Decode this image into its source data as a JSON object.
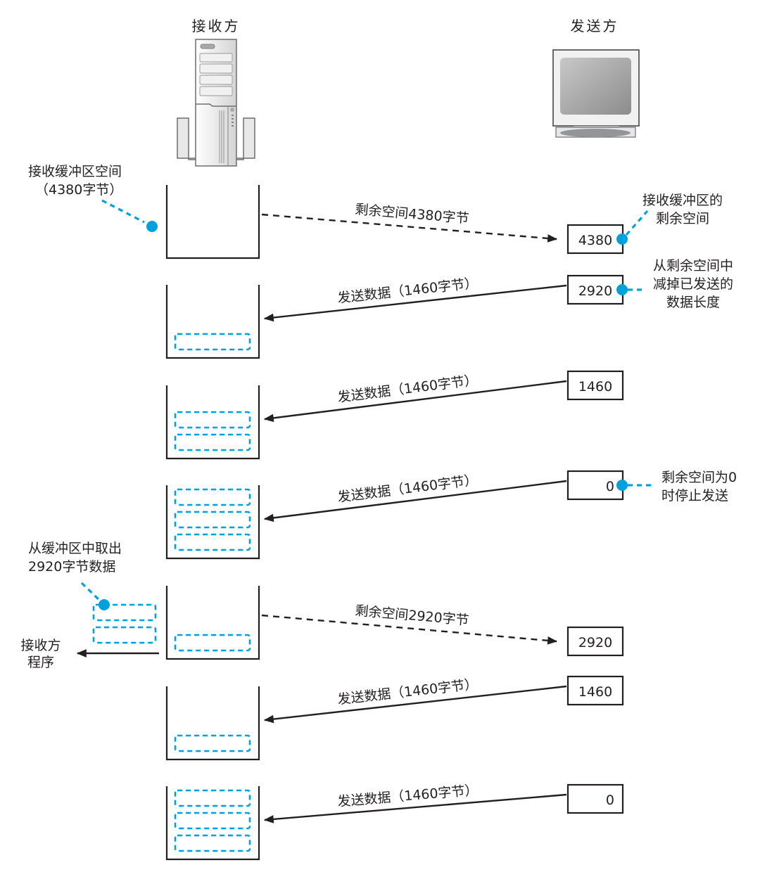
{
  "title": "TCP window flow control: receiver buffer vs. sender remaining-space counter",
  "colors": {
    "line": "#231f20",
    "accent": "#00a0dc",
    "device_fill": "#e6e6e6",
    "device_stroke": "#6d6e71"
  },
  "receiver": {
    "label": "接收方",
    "icon": "server-tower-icon",
    "buffer_capacity_label": [
      "接收缓冲区空间",
      "（4380字节）"
    ]
  },
  "sender": {
    "label": "发送方",
    "icon": "crt-monitor-icon"
  },
  "steps": [
    {
      "buffer_segments": 0,
      "message": {
        "direction": "receiver-to-sender",
        "style": "dashed",
        "label": "剩余空间4380字节"
      },
      "counter": "4380",
      "counter_callout": {
        "lines": [
          "接收缓冲区的",
          "剩余空间"
        ]
      }
    },
    {
      "buffer_segments": 1,
      "message": {
        "direction": "sender-to-receiver",
        "style": "solid",
        "label": "发送数据（1460字节）"
      },
      "counter": "2920",
      "counter_callout": {
        "lines": [
          "从剩余空间中",
          "减掉已发送的",
          "数据长度"
        ]
      }
    },
    {
      "buffer_segments": 2,
      "message": {
        "direction": "sender-to-receiver",
        "style": "solid",
        "label": "发送数据（1460字节）"
      },
      "counter": "1460"
    },
    {
      "buffer_segments": 3,
      "message": {
        "direction": "sender-to-receiver",
        "style": "solid",
        "label": "发送数据（1460字节）"
      },
      "counter": "0",
      "counter_callout": {
        "lines": [
          "剩余空间为0",
          "时停止发送"
        ]
      }
    },
    {
      "buffer_segments": 1,
      "removed_segments": 2,
      "removed_callout": {
        "lines": [
          "从缓冲区中取出",
          "2920字节数据"
        ]
      },
      "app_label": [
        "接收方",
        "程序"
      ],
      "message": {
        "direction": "receiver-to-sender",
        "style": "dashed",
        "label": "剩余空间2920字节"
      },
      "counter": "2920"
    },
    {
      "buffer_segments": 1,
      "message": {
        "direction": "sender-to-receiver",
        "style": "solid",
        "label": "发送数据（1460字节）"
      },
      "counter": "1460"
    },
    {
      "buffer_segments": 3,
      "message": {
        "direction": "sender-to-receiver",
        "style": "solid",
        "label": "发送数据（1460字节）"
      },
      "counter": "0"
    }
  ]
}
